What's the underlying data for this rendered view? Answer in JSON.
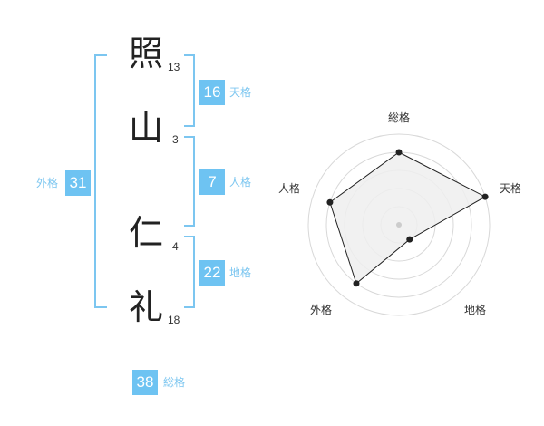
{
  "name_chars": [
    {
      "char": "照",
      "strokes": "13"
    },
    {
      "char": "山",
      "strokes": "3"
    },
    {
      "char": "仁",
      "strokes": "4"
    },
    {
      "char": "礼",
      "strokes": "18"
    }
  ],
  "kakusu": {
    "tenkaku": {
      "value": "16",
      "label": "天格"
    },
    "jinkaku": {
      "value": "7",
      "label": "人格"
    },
    "chikaku": {
      "value": "22",
      "label": "地格"
    },
    "gaikaku": {
      "value": "31",
      "label": "外格"
    },
    "soukaku": {
      "value": "38",
      "label": "総格"
    }
  },
  "colors": {
    "accent": "#6ec3f2",
    "bracket": "#7cc6f0",
    "polygon_fill": "#eeeeee"
  },
  "chart_data": {
    "type": "radar",
    "axes": [
      "総格",
      "天格",
      "地格",
      "外格",
      "人格"
    ],
    "max": 5,
    "values": [
      4,
      5,
      1,
      4,
      4
    ],
    "rings": 4
  }
}
